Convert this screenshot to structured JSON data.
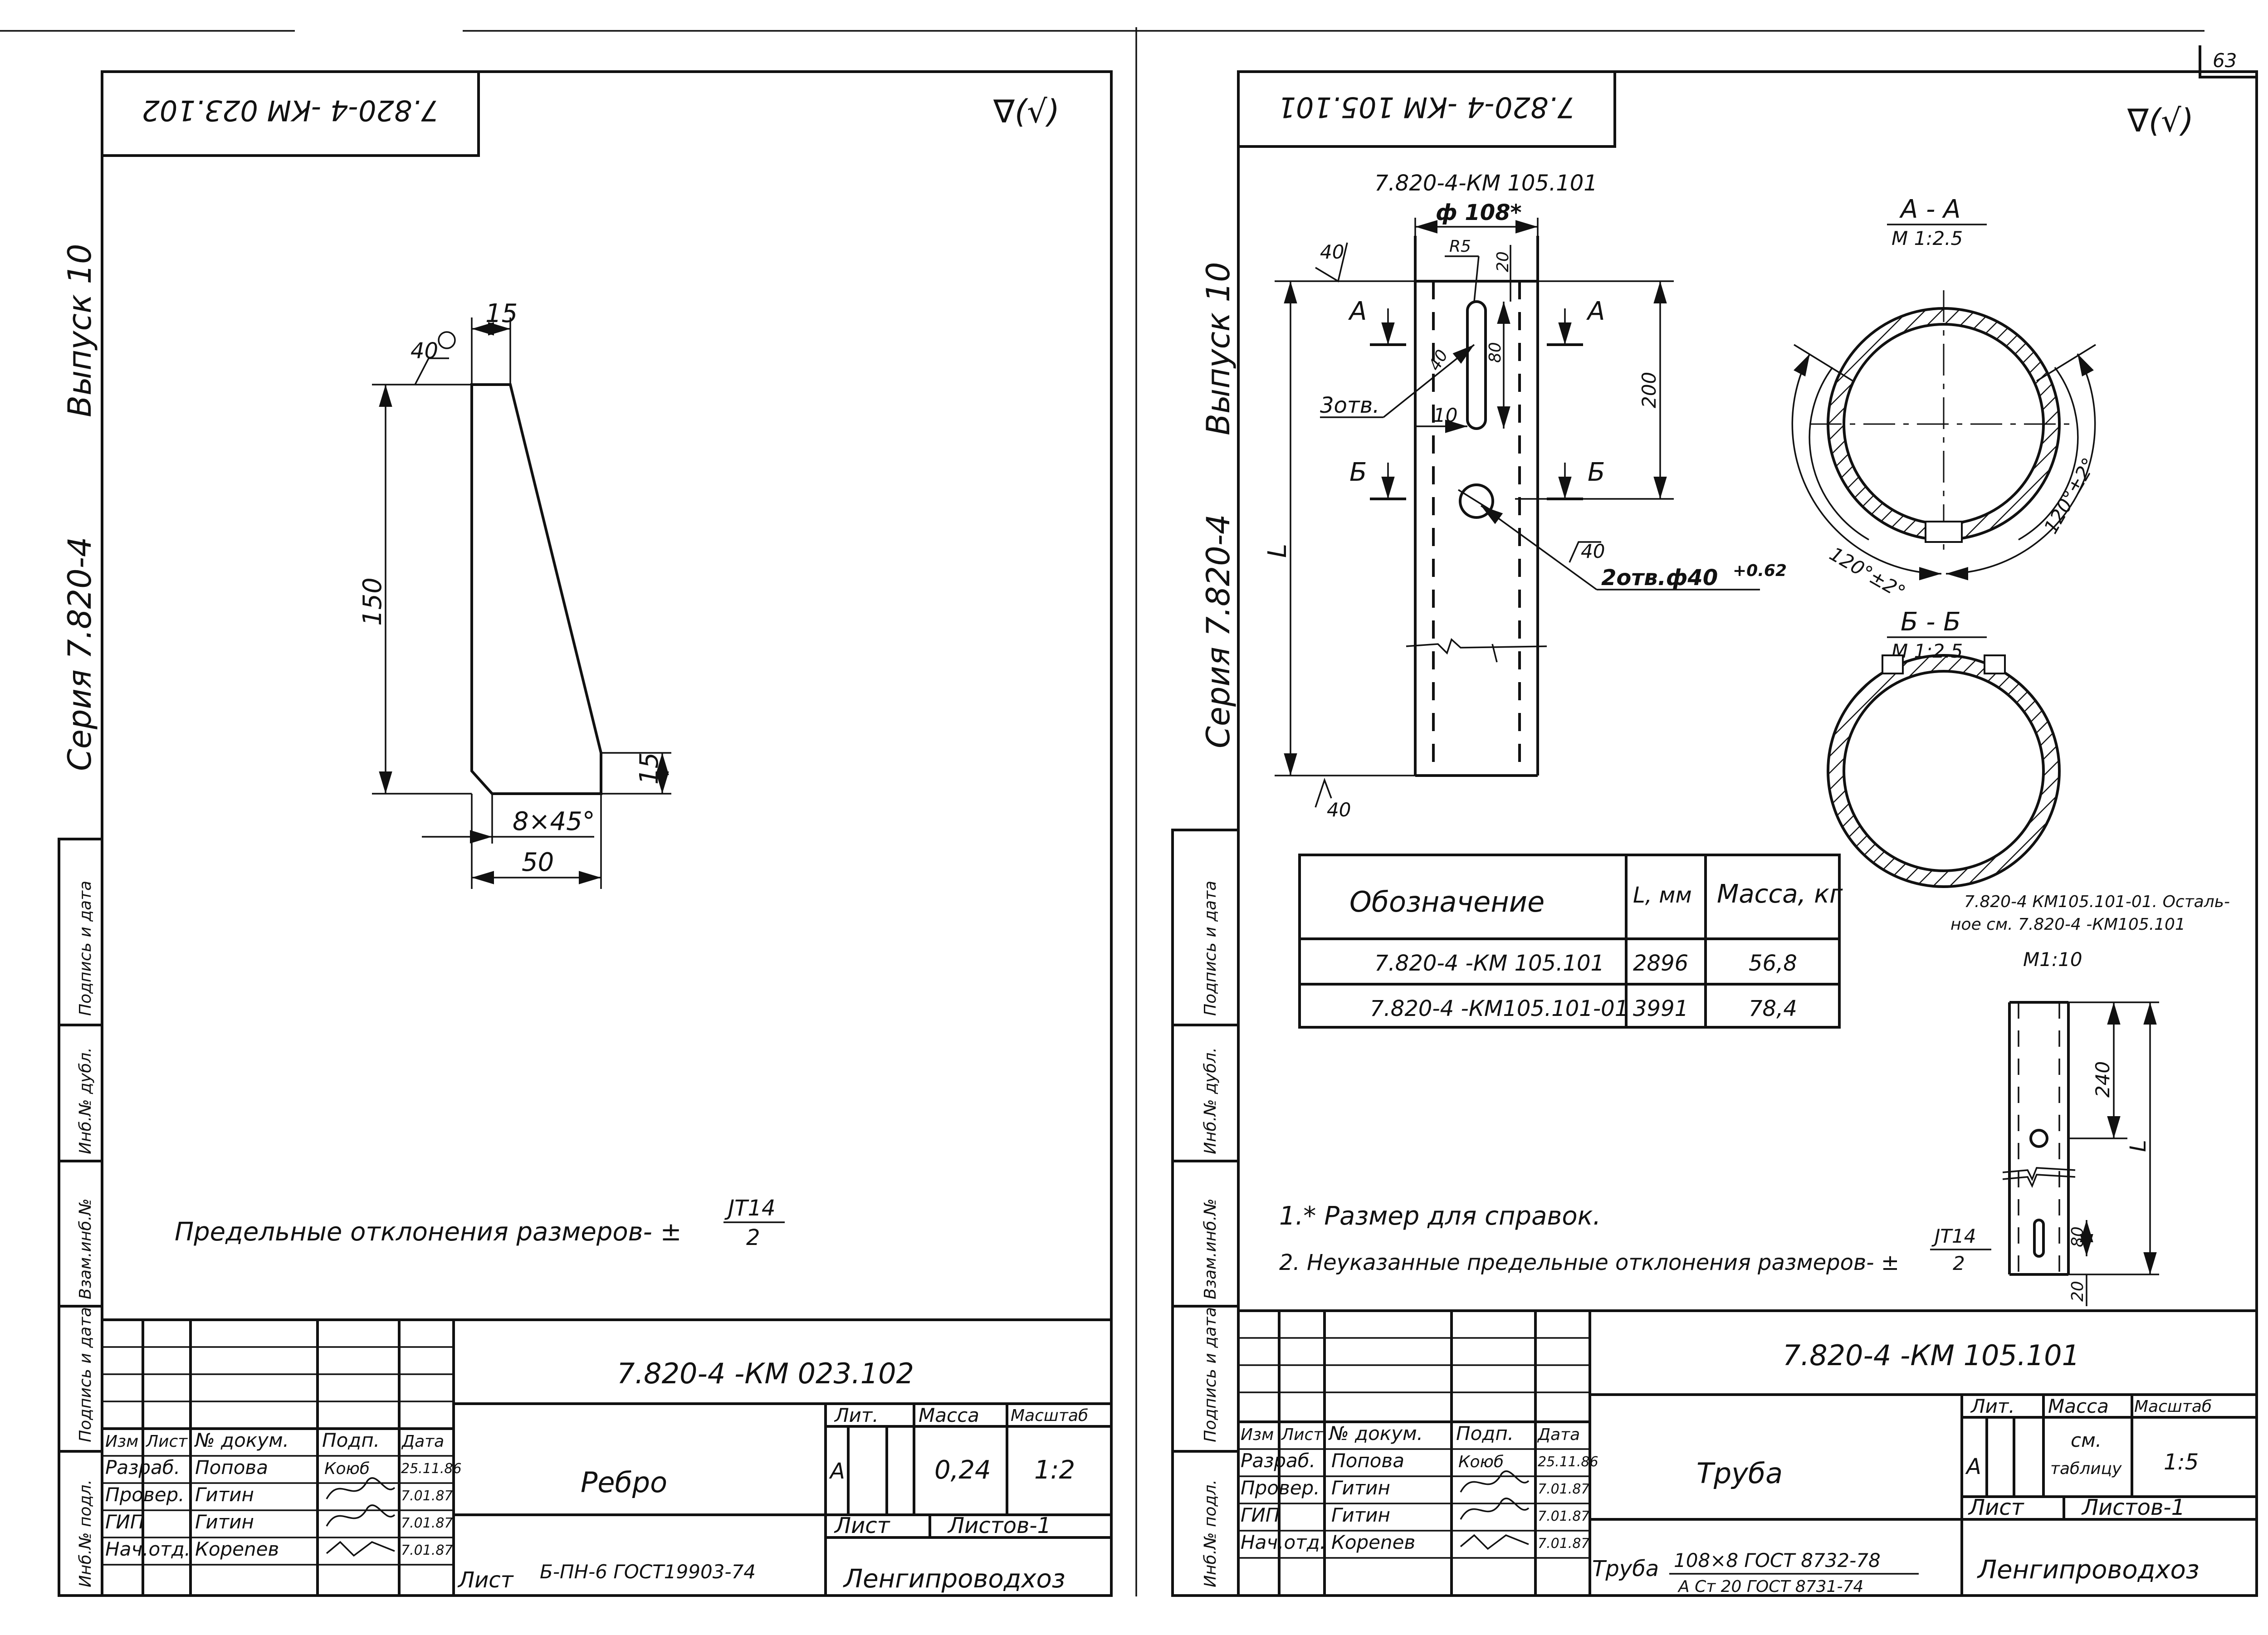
{
  "page_number": "63",
  "left_sheet": {
    "stamp_mirrored": "7.820-4 -КМ 023.102",
    "roughness_mark": "∇(√)",
    "side_series": "Серия 7.820-4",
    "side_issue": "Выпуск 10",
    "side_labels": [
      "Инб.№ подл.",
      "Подпись и дата",
      "Взам.инб.№",
      "Инб.№ дубл.",
      "Подпись и дата"
    ],
    "dims": {
      "top": "15",
      "height": "150",
      "right": "15",
      "bottom": "50",
      "chamfer": "8×45°",
      "rough": "40"
    },
    "note": "Предельные отклонения размеров- ±",
    "note_frac_num": "JT14",
    "note_frac_den": "2",
    "title_block": {
      "code": "7.820-4 -КМ 023.102",
      "name": "Ребро",
      "headers": [
        "Изм",
        "Лист",
        "№ докум.",
        "Подп.",
        "Дата"
      ],
      "rows": [
        {
          "role": "Разраб.",
          "name": "Попова",
          "sign": "Коюб",
          "date": "25.11.86"
        },
        {
          "role": "Провер.",
          "name": "Гитин",
          "sign": "",
          "date": "7.01.87"
        },
        {
          "role": "ГИП",
          "name": "Гитин",
          "sign": "",
          "date": "7.01.87"
        },
        {
          "role": "Нач.отд.",
          "name": "Кореneв",
          "sign": "",
          "date": "7.01.87"
        }
      ],
      "lit_header": "Лит.",
      "mass_header": "Масса",
      "scale_header": "Масштаб",
      "lit": "А",
      "mass": "0,24",
      "scale": "1:2",
      "sheet": "Лист",
      "sheets": "Листов-1",
      "material": "Лист",
      "material_spec": "Б-ПН-6 ГОСТ19903-74",
      "org": "Ленгипроводхоз"
    }
  },
  "right_sheet": {
    "stamp_mirrored": "7.820-4 -КМ 105.101",
    "roughness_mark": "∇(√)",
    "side_series": "Серия 7.820-4",
    "side_issue": "Выпуск 10",
    "side_labels": [
      "Инб.№ подл.",
      "Подпись и дата",
      "Взам.инб.№",
      "Инб.№ дубл.",
      "Подпись и дата"
    ],
    "part_label": "7.820-4-КМ 105.101",
    "dims": {
      "diameter": "ф 108*",
      "r5": "R5",
      "d20": "20",
      "d80": "80",
      "d10": "10",
      "d40": "40",
      "d200": "200",
      "L": "L",
      "holes3": "3отв.",
      "holes2": "2отв.ф40",
      "holes2_tol": "+0.62",
      "rough40a": "40",
      "rough40b": "40",
      "rough40c": "40",
      "secA": "А",
      "secB": "Б"
    },
    "section_aa": {
      "title": "А - А",
      "scale": "М 1:2.5",
      "angle1": "120°±2°",
      "angle2": "120°±2°"
    },
    "section_bb": {
      "title": "Б - Б",
      "scale": "М 1:2.5"
    },
    "table": {
      "headers": [
        "Обозначение",
        "L, мм",
        "Масса, кг"
      ],
      "rows": [
        [
          "7.820-4 -КМ 105.101",
          "2896",
          "56,8"
        ],
        [
          "7.820-4 -КМ105.101-01",
          "3991",
          "78,4"
        ]
      ]
    },
    "variant_note_1": "7.820-4 КМ105.101-01. Осталь-",
    "variant_note_2": "ное см. 7.820-4 -КМ105.101",
    "variant_scale": "М1:10",
    "variant_dims": {
      "d240": "240",
      "d80": "80",
      "d20": "20",
      "L": "L"
    },
    "notes": [
      "1.* Размер для справок.",
      "2. Неуказанные предельные отклонения размеров- ±"
    ],
    "note_frac_num": "JT14",
    "note_frac_den": "2",
    "title_block": {
      "code": "7.820-4 -КМ 105.101",
      "name": "Труба",
      "headers": [
        "Изм",
        "Лист",
        "№ докум.",
        "Подп.",
        "Дата"
      ],
      "rows": [
        {
          "role": "Разраб.",
          "name": "Попова",
          "sign": "Коюб",
          "date": "25.11.86"
        },
        {
          "role": "Провер.",
          "name": "Гитин",
          "sign": "",
          "date": "7.01.87"
        },
        {
          "role": "ГИП",
          "name": "Гитин",
          "sign": "",
          "date": "7.01.87"
        },
        {
          "role": "Нач.отд.",
          "name": "Кореneв",
          "sign": "",
          "date": "7.01.87"
        }
      ],
      "lit_header": "Лит.",
      "mass_header": "Масса",
      "scale_header": "Масштаб",
      "lit": "А",
      "mass_1": "см.",
      "mass_2": "таблицу",
      "scale": "1:5",
      "sheet": "Лист",
      "sheets": "Листов-1",
      "material": "Труба",
      "material_spec_1": "108×8 ГОСТ 8732-78",
      "material_spec_2": "А Ст 20 ГОСТ 8731-74",
      "org": "Ленгипроводхоз"
    }
  }
}
